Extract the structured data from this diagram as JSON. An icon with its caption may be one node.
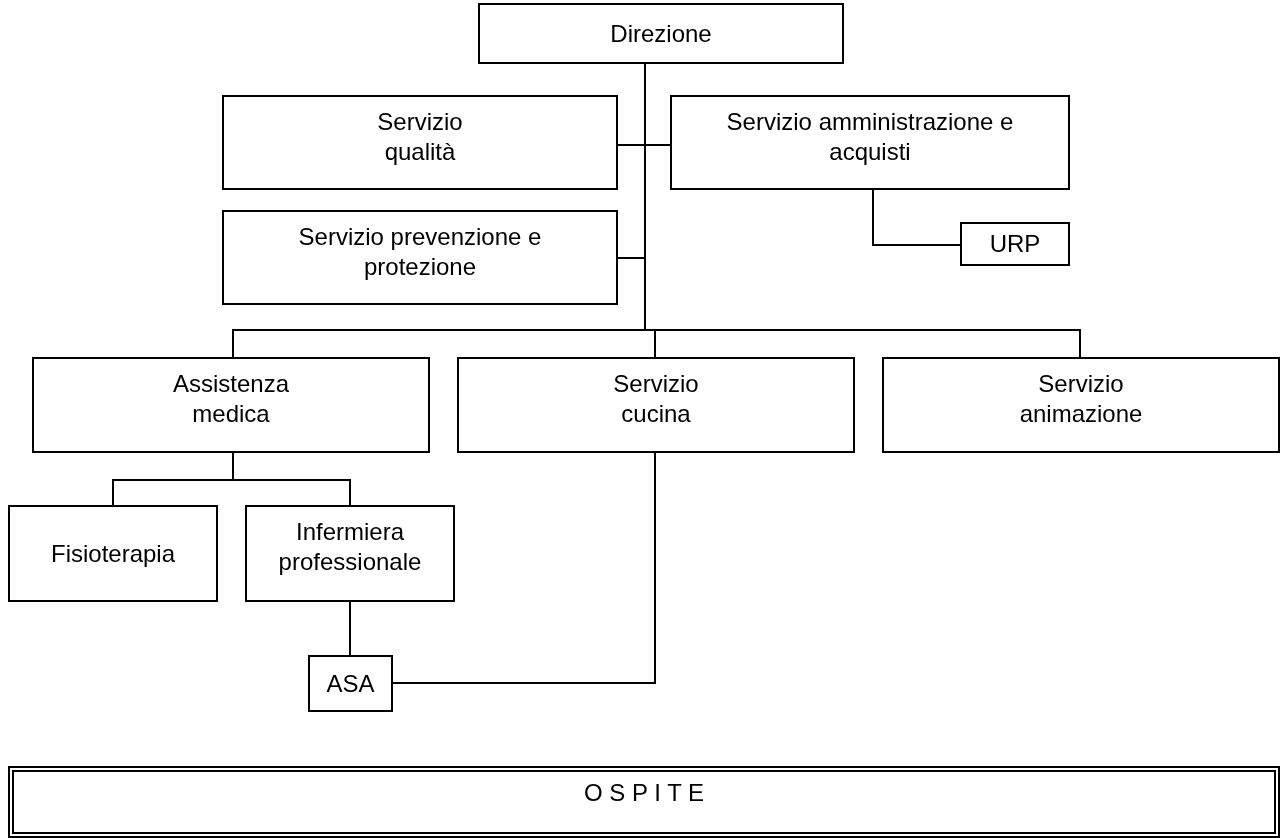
{
  "diagram": {
    "nodes": [
      {
        "text": [
          "Direzione"
        ]
      },
      {
        "text": [
          "Servizio qualità"
        ]
      },
      {
        "text": [
          "Servizio amministrazione e acquisti"
        ]
      },
      {
        "text": [
          "URP"
        ]
      },
      {
        "text": [
          "Servizio prevenzione e protezione"
        ]
      },
      {
        "text": [
          "Assistenza medica"
        ]
      },
      {
        "text": [
          "Servizio cucina"
        ]
      },
      {
        "text": [
          "Servizio animazione"
        ]
      },
      {
        "text": [
          "Fisioterapia"
        ]
      },
      {
        "text": [
          "Infermiera professionale"
        ]
      },
      {
        "text": [
          "ASA"
        ]
      },
      {
        "text": [
          "O S P I T E"
        ]
      }
    ],
    "edges": [
      {
        "from": 0,
        "to": 1,
        "arrow": "none"
      },
      {
        "from": 0,
        "to": 2,
        "arrow": "none"
      },
      {
        "from": 0,
        "to": 4,
        "arrow": "none"
      },
      {
        "from": 2,
        "to": 3,
        "arrow": "none"
      },
      {
        "from": 0,
        "to": 5,
        "arrow": "none"
      },
      {
        "from": 0,
        "to": 6,
        "arrow": "none"
      },
      {
        "from": 0,
        "to": 7,
        "arrow": "none"
      },
      {
        "from": 5,
        "to": 8,
        "arrow": "none"
      },
      {
        "from": 5,
        "to": 9,
        "arrow": "none"
      },
      {
        "from": 9,
        "to": 10,
        "arrow": "none"
      },
      {
        "from": 6,
        "to": 10,
        "arrow": "none"
      }
    ]
  }
}
